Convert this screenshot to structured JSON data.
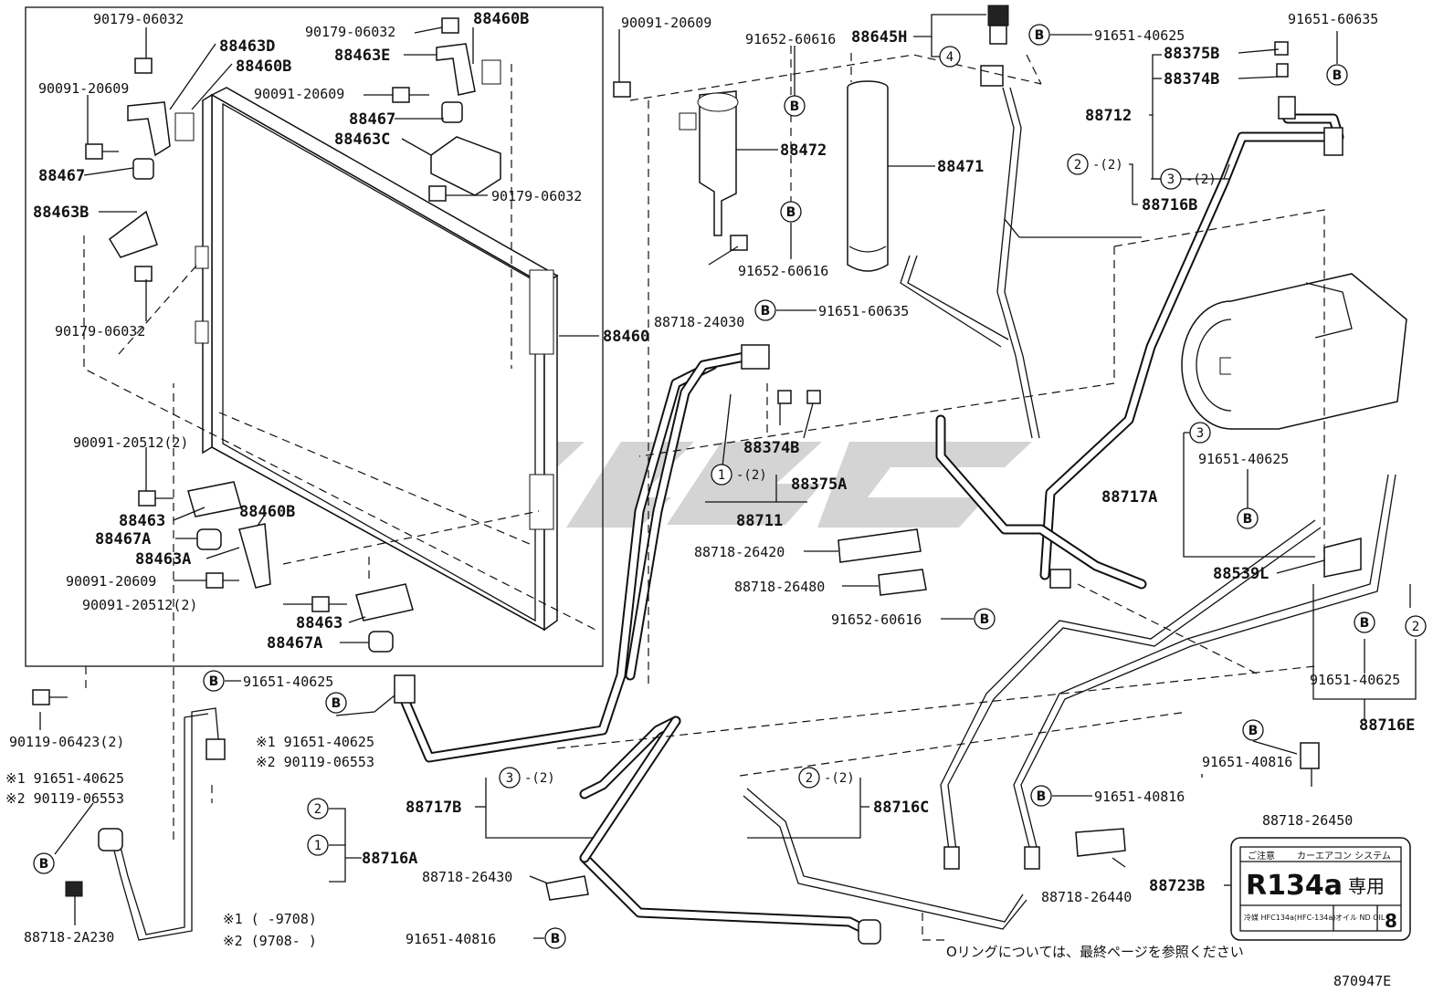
{
  "parts": {
    "p_90179_06032_a": "90179-06032",
    "p_88463d": "88463D",
    "p_88460b_a": "88460B",
    "p_90091_20609_a": "90091-20609",
    "p_88467_a": "88467",
    "p_88463b": "88463B",
    "p_90179_06032_b": "90179-06032",
    "p_90179_06032_c": "90179-06032",
    "p_88460b_b": "88460B",
    "p_88463e": "88463E",
    "p_90091_20609_b": "90091-20609",
    "p_88467_b": "88467",
    "p_88463c": "88463C",
    "p_90179_06032_d": "90179-06032",
    "p_90091_20512_a": "90091-20512(2)",
    "p_88463_a": "88463",
    "p_88467a_a": "88467A",
    "p_88460b_c": "88460B",
    "p_88463a": "88463A",
    "p_90091_20609_c": "90091-20609",
    "p_90091_20512_b": "90091-20512(2)",
    "p_88463_b": "88463",
    "p_88467a_b": "88467A",
    "p_88460": "88460",
    "p_90119_06423": "90119-06423(2)",
    "p_note1_a": "※1 91651-40625",
    "p_note2_a": "※2 90119-06553",
    "p_88718_2a230": "88718-2A230",
    "p_91651_40625_a": "91651-40625",
    "p_note1_b": "※1 91651-40625",
    "p_note2_b": "※2 90119-06553",
    "p_88716a": "88716A",
    "p_90091_20609_d": "90091-20609",
    "p_91652_60616_a": "91652-60616",
    "p_88472": "88472",
    "p_91652_60616_b": "91652-60616",
    "p_88718_24030": "88718-24030",
    "p_91651_60635_a": "91651-60635",
    "p_88374b_a": "88374B",
    "p_88375a": "88375A",
    "p_88711": "88711",
    "p_88645h": "88645H",
    "p_88471": "88471",
    "p_91651_40625_b": "91651-40625",
    "p_91651_60635_b": "91651-60635",
    "p_88375b": "88375B",
    "p_88374b_b": "88374B",
    "p_88712": "88712",
    "p_88716b": "88716B",
    "p_88717a": "88717A",
    "p_91651_40625_c": "91651-40625",
    "p_88539l": "88539L",
    "p_91651_40625_d": "91651-40625",
    "p_88716e": "88716E",
    "p_88718_26420": "88718-26420",
    "p_88718_26480": "88718-26480",
    "p_91652_60616_c": "91652-60616",
    "p_88717b": "88717B",
    "p_88716c": "88716C",
    "p_91651_40816_a": "91651-40816",
    "p_88718_26450": "88718-26450",
    "p_91651_40816_b": "91651-40816",
    "p_88718_26440": "88718-26440",
    "p_88723b": "88723B",
    "p_88718_26430": "88718-26430",
    "p_91651_40816_c": "91651-40816"
  },
  "markers": {
    "b": "B",
    "m1": "1",
    "m2": "2",
    "m3": "3",
    "m4": "4",
    "qty2": "-(2)"
  },
  "footnotes": {
    "note1": "※1 (      -9708)",
    "note2": "※2 (9708-      )"
  },
  "label_plate": {
    "caution": "ご注意",
    "system": "カーエアコン システム",
    "refrigerant": "R134a",
    "exclusive": "専用",
    "small_left": "冷媒 HFC134a(HFC-134a)",
    "small_mid": "オイル ND OIL",
    "oil_number": "8"
  },
  "footer": {
    "oring_note": "Oリングについては、最終ページを参照ください",
    "figure_code": "870947E"
  }
}
